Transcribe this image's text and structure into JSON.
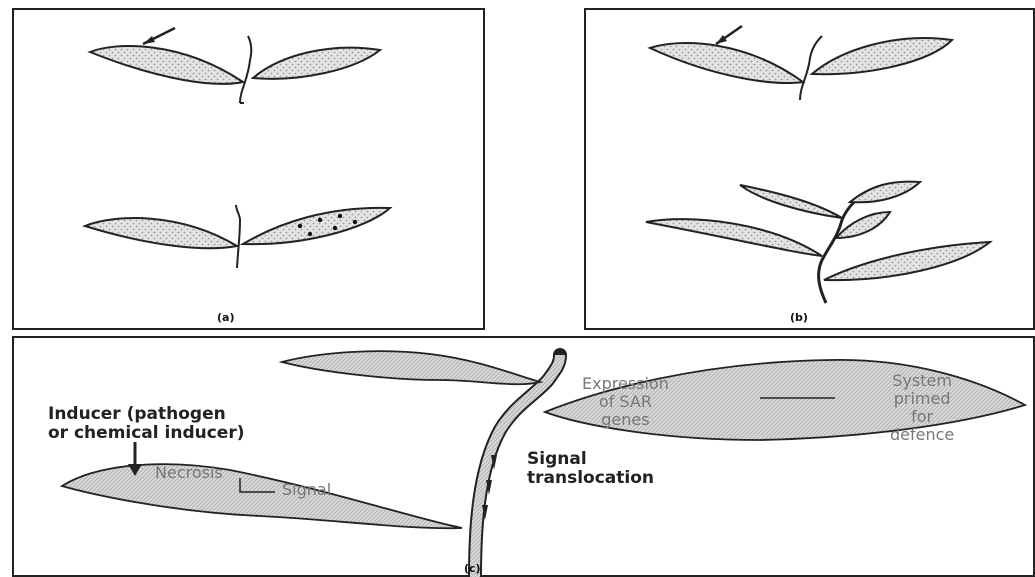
{
  "figure": {
    "panel_a": {
      "label": "(a)"
    },
    "panel_b": {
      "label": "(b)"
    },
    "panel_c": {
      "label": "(c)",
      "inducer_line1": "Inducer (pathogen",
      "inducer_line2": "or chemical inducer)",
      "necrosis": "Necrosis",
      "signal": "Signal",
      "signal_translocation_line1": "Signal",
      "signal_translocation_line2": "translocation",
      "expression_line1": "Expression",
      "expression_line2": "of SAR",
      "expression_line3": "genes",
      "system_line1": "System",
      "system_line2": "primed",
      "system_line3": "for",
      "system_line4": "defence"
    }
  },
  "colors": {
    "leaf_fill": "#d9d9d9",
    "outline": "#222222"
  }
}
